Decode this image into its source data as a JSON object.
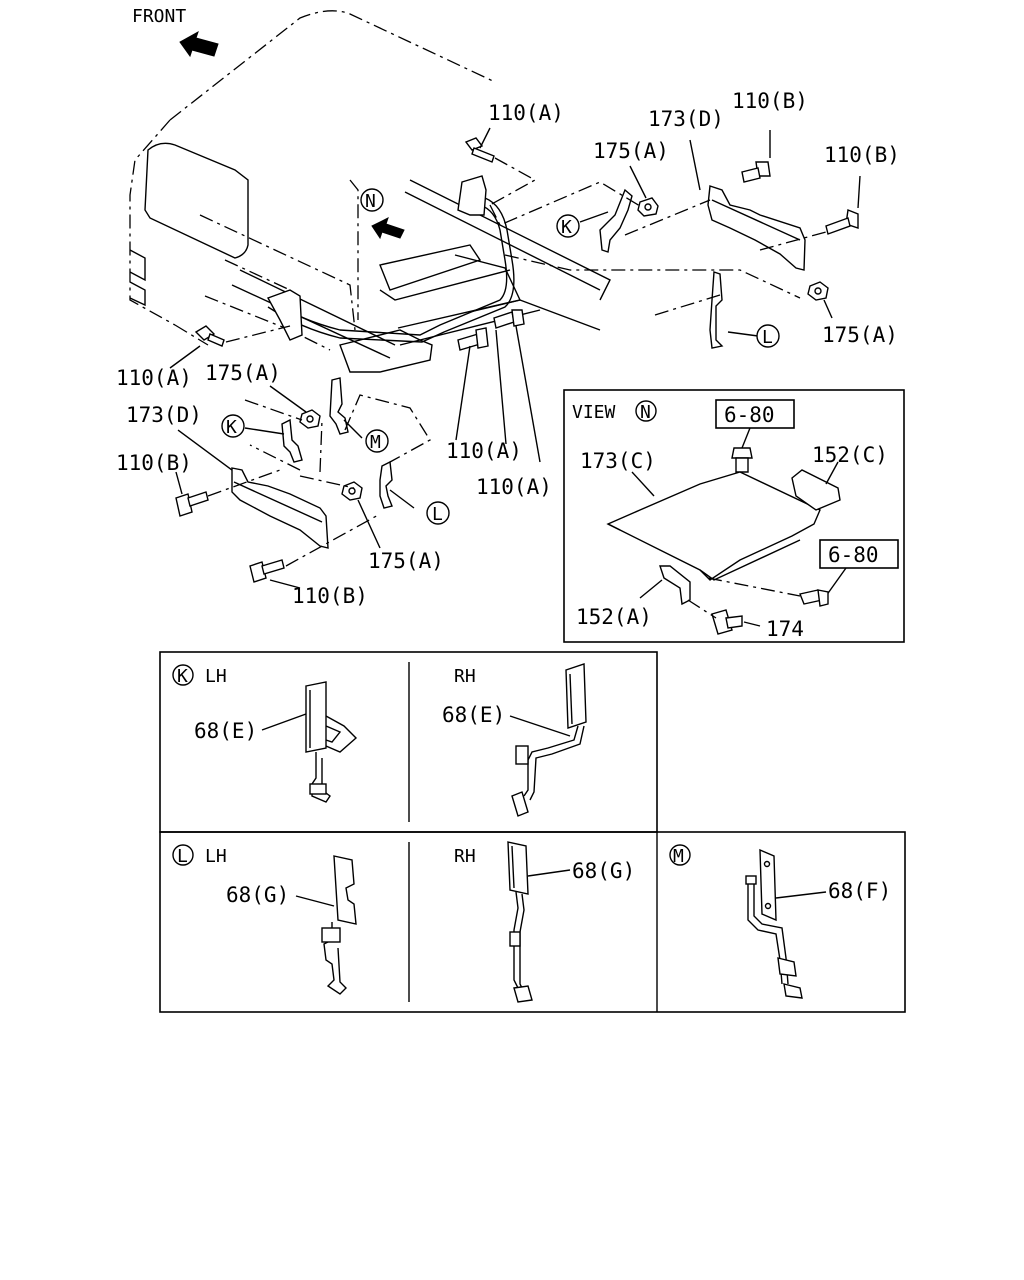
{
  "front_label": "FRONT",
  "view_label": "VIEW",
  "view_ref": "N",
  "callouts": {
    "n": "N",
    "k": "K",
    "l": "L",
    "m": "M"
  },
  "parts": {
    "p110a_top": "110(A)",
    "p110b_top1": "110(B)",
    "p110b_top2": "110(B)",
    "p173d_top": "173(D)",
    "p175a_top": "175(A)",
    "p175a_right": "175(A)",
    "p110a_left": "110(A)",
    "p175a_left": "175(A)",
    "p173d_left": "173(D)",
    "p110b_left": "110(B)",
    "p110a_mid1": "110(A)",
    "p110a_mid2": "110(A)",
    "p175a_bottom": "175(A)",
    "p110b_bottom": "110(B)"
  },
  "view_n": {
    "ref1": "6-80",
    "ref2": "6-80",
    "p173c": "173(C)",
    "p152c": "152(C)",
    "p152a": "152(A)",
    "p174": "174"
  },
  "panels": [
    {
      "ref": "K",
      "side": "LH",
      "part": "68(E)"
    },
    {
      "ref": "",
      "side": "RH",
      "part": "68(E)"
    },
    {
      "ref": "L",
      "side": "LH",
      "part": "68(G)"
    },
    {
      "ref": "",
      "side": "RH",
      "part": "68(G)"
    },
    {
      "ref": "M",
      "side": "",
      "part": "68(F)"
    }
  ]
}
